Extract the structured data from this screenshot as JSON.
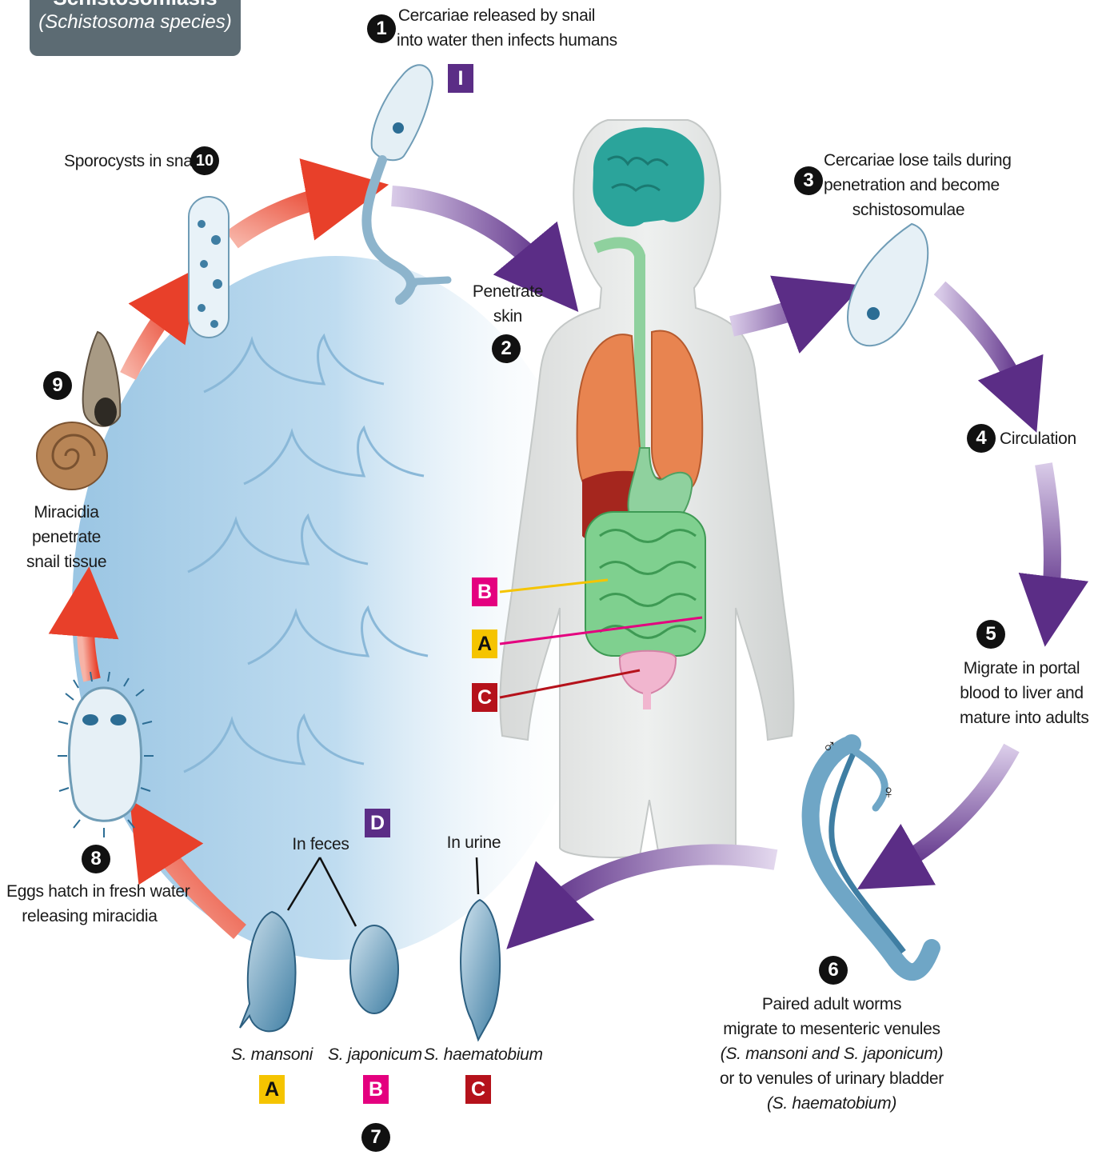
{
  "title": {
    "line1": "Schistosomiasis",
    "line2": "(Schistosoma species)"
  },
  "steps": [
    {
      "num": "1",
      "lines": [
        "Cercariae released by snail",
        "into water then infects humans"
      ]
    },
    {
      "num": "2",
      "lines": [
        "Penetrate",
        "skin"
      ]
    },
    {
      "num": "3",
      "lines": [
        "Cercariae lose tails during",
        "penetration and become",
        "schistosomulae"
      ]
    },
    {
      "num": "4",
      "lines": [
        "Circulation"
      ]
    },
    {
      "num": "5",
      "lines": [
        "Migrate in portal",
        "blood to liver and",
        "mature into adults"
      ]
    },
    {
      "num": "6",
      "lines": [
        "Paired adult worms",
        "migrate to mesenteric venules",
        "(S. mansoni and S. japonicum)",
        "or to venules of urinary bladder",
        "(S. haematobium)"
      ]
    },
    {
      "num": "7",
      "lines": []
    },
    {
      "num": "8",
      "lines": [
        "Eggs hatch in fresh water",
        "releasing miracidia"
      ]
    },
    {
      "num": "9",
      "lines": [
        "Miracidia",
        "penetrate",
        "snail tissue"
      ]
    },
    {
      "num": "10",
      "lines": [
        "Sporocysts in snail"
      ]
    }
  ],
  "stage_badges": {
    "infective": "I",
    "diagnostic": "D"
  },
  "egg_labels": {
    "in_feces": "In feces",
    "in_urine": "In urine",
    "species": [
      {
        "name": "S. mansoni",
        "badge": "A"
      },
      {
        "name": "S. japonicum",
        "badge": "B"
      },
      {
        "name": "S. haematobium",
        "badge": "C"
      }
    ]
  },
  "organ_badges": [
    "B",
    "A",
    "C"
  ],
  "worm_symbols": {
    "male": "♂",
    "female": "♀"
  },
  "colors": {
    "purple_arrow": "#5b2d86",
    "red_arrow": "#e8402a",
    "badge_yellow": "#f5c400",
    "badge_pink": "#e4007f",
    "badge_red": "#b5121b",
    "water": "#a9cde6",
    "title_box": "#5c6b73"
  }
}
